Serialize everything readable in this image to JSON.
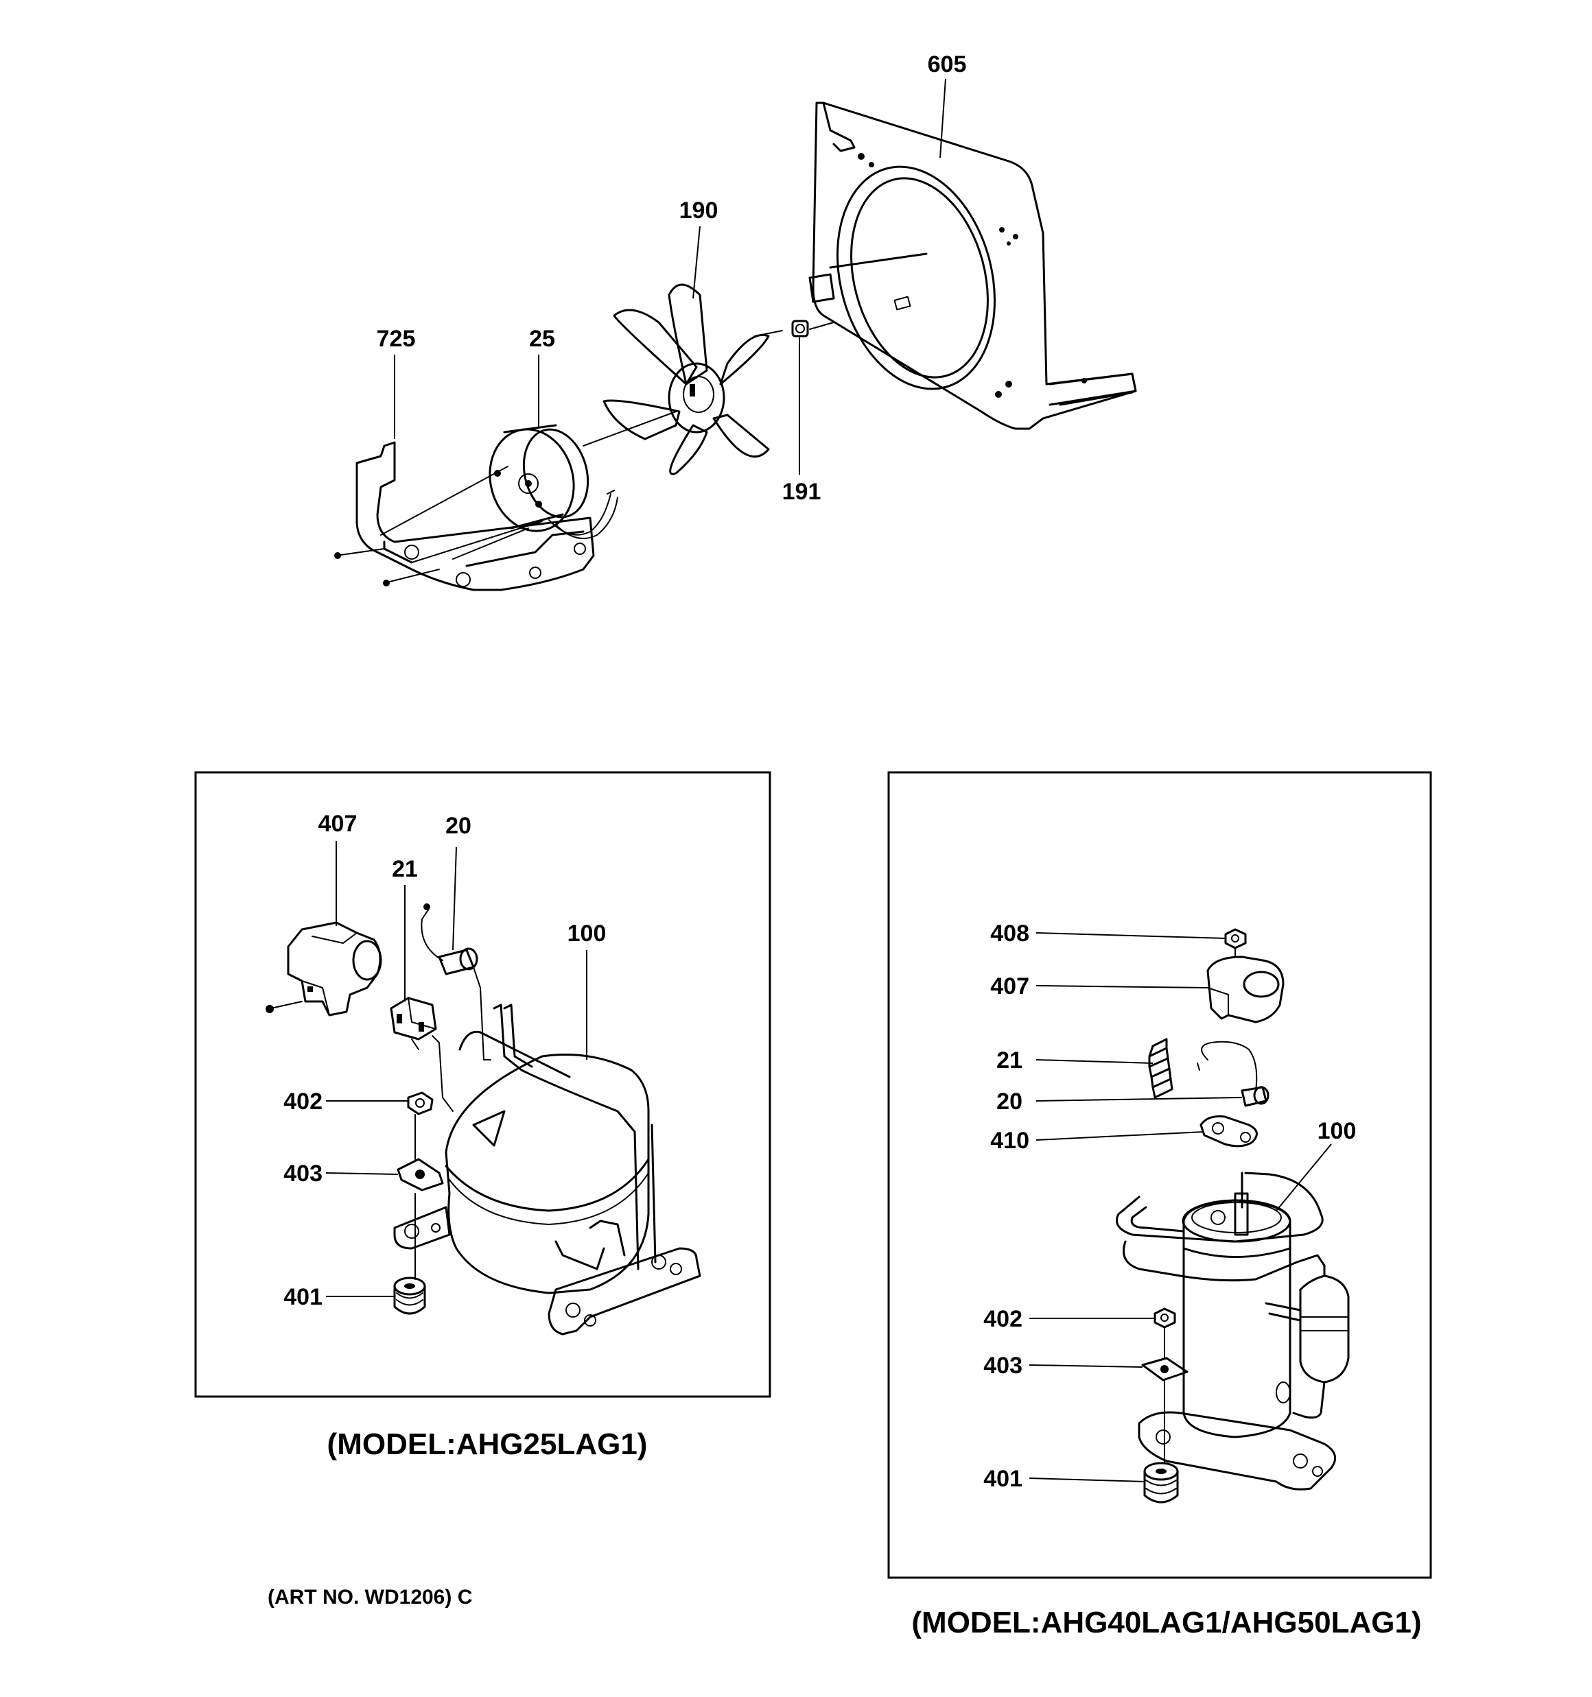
{
  "fan_assembly": {
    "callouts": {
      "bracket": "725",
      "motor": "25",
      "fan_blade": "190",
      "nut": "191",
      "shroud": "605"
    }
  },
  "compressor_small": {
    "caption": "(MODEL:AHG25LAG1)",
    "callouts": {
      "cover": "407",
      "overload": "20",
      "relay": "21",
      "compressor": "100",
      "nut": "402",
      "washer": "403",
      "grommet": "401"
    }
  },
  "compressor_large": {
    "caption": "(MODEL:AHG40LAG1/AHG50LAG1)",
    "callouts": {
      "nut_top": "408",
      "cover": "407",
      "relay": "21",
      "overload": "20",
      "gasket": "410",
      "compressor": "100",
      "nut": "402",
      "washer": "403",
      "grommet": "401"
    }
  },
  "footer": {
    "art_no": "(ART NO. WD1206) C"
  }
}
